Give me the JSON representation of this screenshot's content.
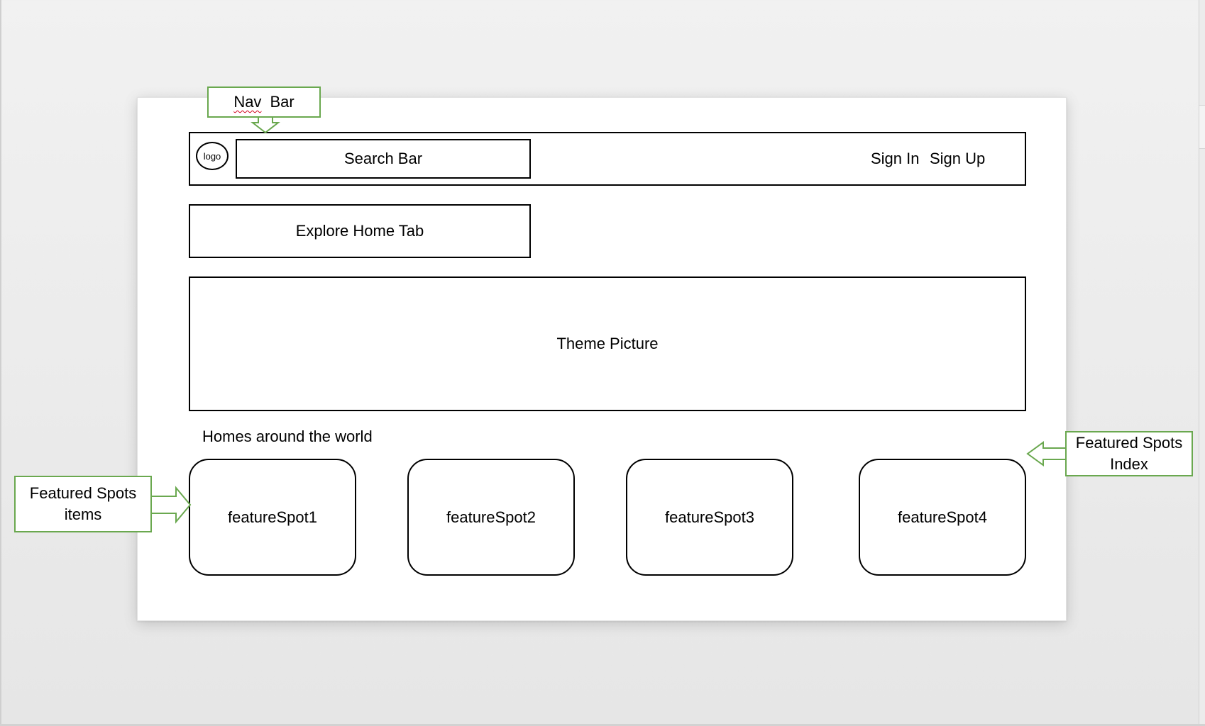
{
  "callouts": {
    "nav_bar": {
      "word1": "Nav",
      "word2": "Bar"
    },
    "featured_items": "Featured Spots\nitems",
    "featured_index": "Featured Spots\nIndex"
  },
  "navbar": {
    "logo_label": "logo",
    "search_label": "Search Bar",
    "sign_in": "Sign In",
    "sign_up": "Sign Up"
  },
  "explore_tab_label": "Explore Home Tab",
  "theme_picture_label": "Theme Picture",
  "featured": {
    "heading": "Homes around the world",
    "spots": [
      "featureSpot1",
      "featureSpot2",
      "featureSpot3",
      "featureSpot4"
    ]
  },
  "colors": {
    "callout_border": "#6aa84f",
    "wireframe_border": "#000000",
    "spellcheck_underline": "#d0021b"
  }
}
